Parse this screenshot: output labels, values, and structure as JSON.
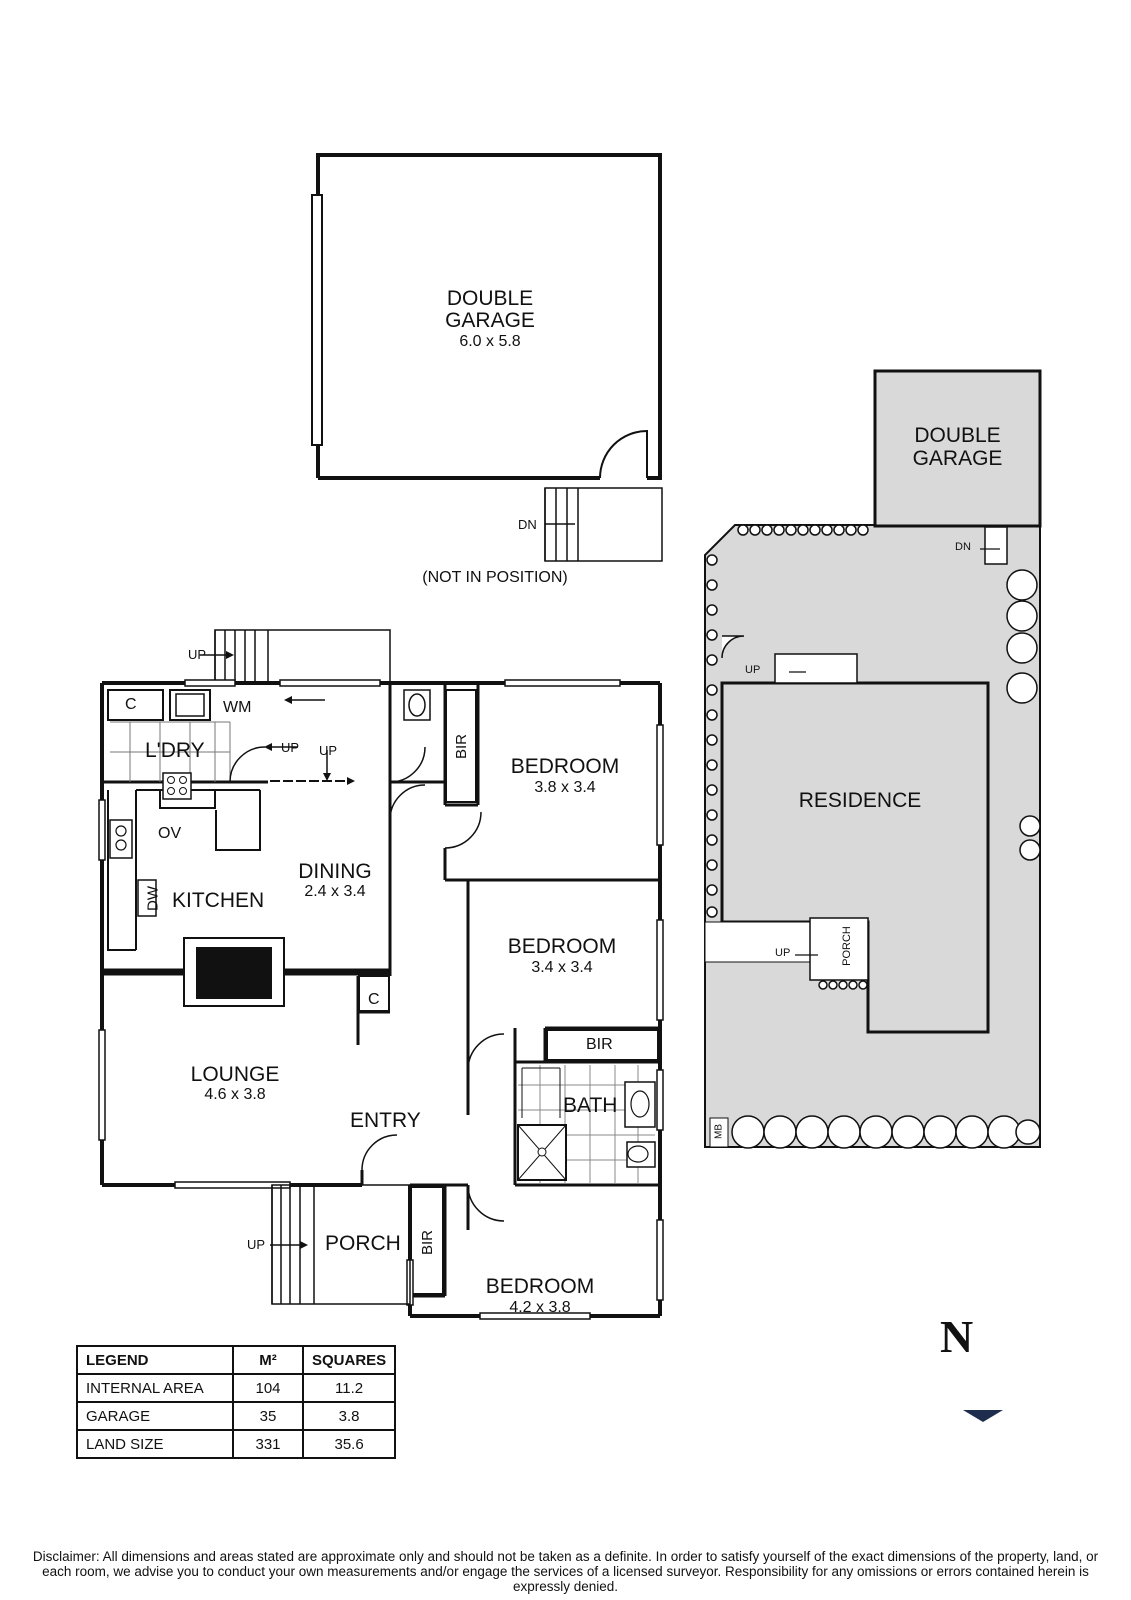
{
  "rooms": {
    "double_garage": {
      "name": "DOUBLE\nGARAGE",
      "line1": "DOUBLE",
      "line2": "GARAGE",
      "dims": "6.0 x 5.8"
    },
    "not_in_position": "(NOT IN POSITION)",
    "laundry": "L'DRY",
    "cupboard": "C",
    "wm": "WM",
    "bir": "BIR",
    "bedroom": "BEDROOM",
    "bedroom1_dims": "3.8 x 3.4",
    "bedroom2_dims": "3.4 x 3.4",
    "bedroom3_dims": "4.2 x 3.8",
    "dining": "DINING",
    "dining_dims": "2.4 x 3.4",
    "kitchen": "KITCHEN",
    "ov": "OV",
    "dw": "DW",
    "lounge": "LOUNGE",
    "lounge_dims": "4.6 x 3.8",
    "entry": "ENTRY",
    "bath": "BATH",
    "porch": "PORCH",
    "up": "UP",
    "dn": "DN"
  },
  "site_plan": {
    "double_garage_line1": "DOUBLE",
    "double_garage_line2": "GARAGE",
    "residence": "RESIDENCE",
    "porch": "PORCH",
    "up": "UP",
    "dn": "DN",
    "mb": "MB"
  },
  "legend": {
    "headers": [
      "LEGEND",
      "M²",
      "SQUARES"
    ],
    "rows": [
      {
        "label": "INTERNAL AREA",
        "m2": "104",
        "squares": "11.2"
      },
      {
        "label": "GARAGE",
        "m2": "35",
        "squares": "3.8"
      },
      {
        "label": "LAND SIZE",
        "m2": "331",
        "squares": "35.6"
      }
    ]
  },
  "north": "N",
  "disclaimer": "Disclaimer: All dimensions and areas stated are approximate only and should not be taken as a definite. In order to satisfy yourself of the exact dimensions of the property, land, or each room, we advise you to conduct your own measurements and/or engage the services of a licensed surveyor. Responsibility for any omissions or errors contained herein is expressly denied."
}
